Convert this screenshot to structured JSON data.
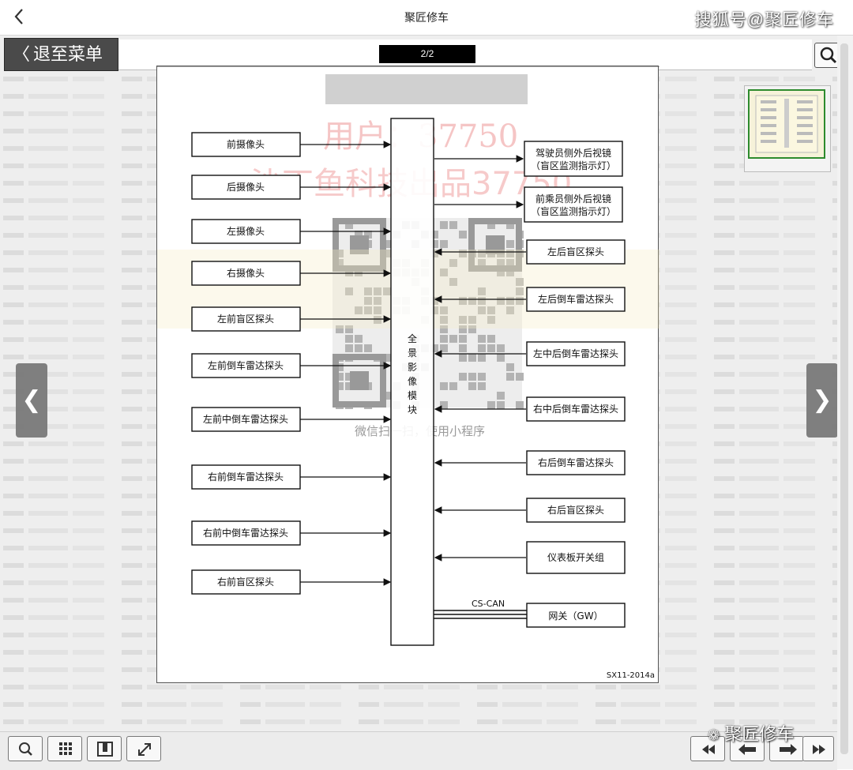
{
  "app": {
    "title": "聚匠修车",
    "brand_watermark": "搜狐号@聚匠修车"
  },
  "viewer": {
    "back_menu": "退至菜单",
    "page_indicator": "2/2",
    "watermark_user": "用户：37750",
    "watermark_brand": "沙丁鱼科技出品37750",
    "qr_caption": "微信扫一扫，使用小程序",
    "bg_repeat_text": "用户：37750 沙丁鱼科技出品"
  },
  "diagram": {
    "center": "全景影像模块",
    "left_inputs": [
      "前摄像头",
      "后摄像头",
      "左摄像头",
      "右摄像头",
      "左前盲区探头",
      "左前倒车雷达探头",
      "左前中倒车雷达探头",
      "右前倒车雷达探头",
      "右前中倒车雷达探头",
      "右前盲区探头"
    ],
    "right_outputs": [
      "驾驶员侧外后视镜（盲区监测指示灯）",
      "前乘员侧外后视镜（盲区监测指示灯）"
    ],
    "right_inputs": [
      "左后盲区探头",
      "左后倒车雷达探头",
      "左中后倒车雷达探头",
      "右中后倒车雷达探头",
      "右后倒车雷达探头",
      "右后盲区探头",
      "仪表板开关组"
    ],
    "bus_label": "CS-CAN",
    "gateway": "网关（GW）",
    "code": "SX11-2014a"
  },
  "bottom": {
    "wechat_brand": "聚匠修车"
  },
  "colors": {
    "accent_green": "#2e8b2e",
    "menu_bg": "#4a4a4a",
    "watermark_red": "#e04040"
  }
}
